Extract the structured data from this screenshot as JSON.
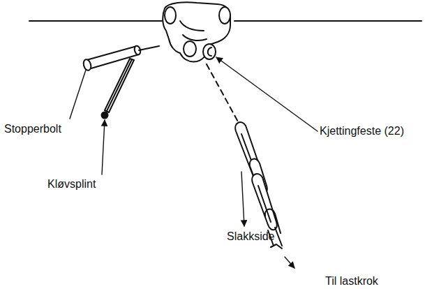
{
  "diagram": {
    "labels": [
      "Kjettingfeste (22)",
      "Stopperbolt",
      "Kløvsplint",
      "Slakkside",
      "Til lastkrok"
    ]
  }
}
